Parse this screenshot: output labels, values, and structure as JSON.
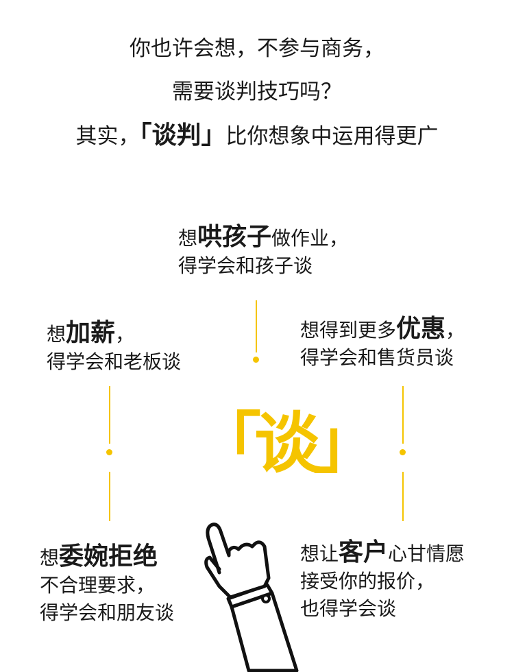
{
  "intro": {
    "line1": "你也许会想，不参与商务，",
    "line2": "需要谈判技巧吗？",
    "line3_pre": "其实，",
    "line3_bold": "「谈判」",
    "line3_post": "比你想象中运用得更广"
  },
  "center": {
    "word": "「谈」"
  },
  "blocks": {
    "top": {
      "pre": "想",
      "bold": "哄孩子",
      "post": "做作业，",
      "line2": "得学会和孩子谈"
    },
    "left": {
      "pre": "想",
      "bold": "加薪",
      "post": "，",
      "line2": "得学会和老板谈"
    },
    "right": {
      "pre": "想得到更多",
      "bold": "优惠",
      "post": "，",
      "line2": "得学会和售货员谈"
    },
    "bottom_left": {
      "pre": "想",
      "bold": "委婉拒绝",
      "line2": "不合理要求，",
      "line3": "得学会和朋友谈"
    },
    "bottom_right": {
      "pre": "想让",
      "bold": "客户",
      "post": "心甘情愿",
      "line2": "接受你的报价，",
      "line3": "也得学会谈"
    }
  },
  "colors": {
    "accent": "#f5c400"
  }
}
